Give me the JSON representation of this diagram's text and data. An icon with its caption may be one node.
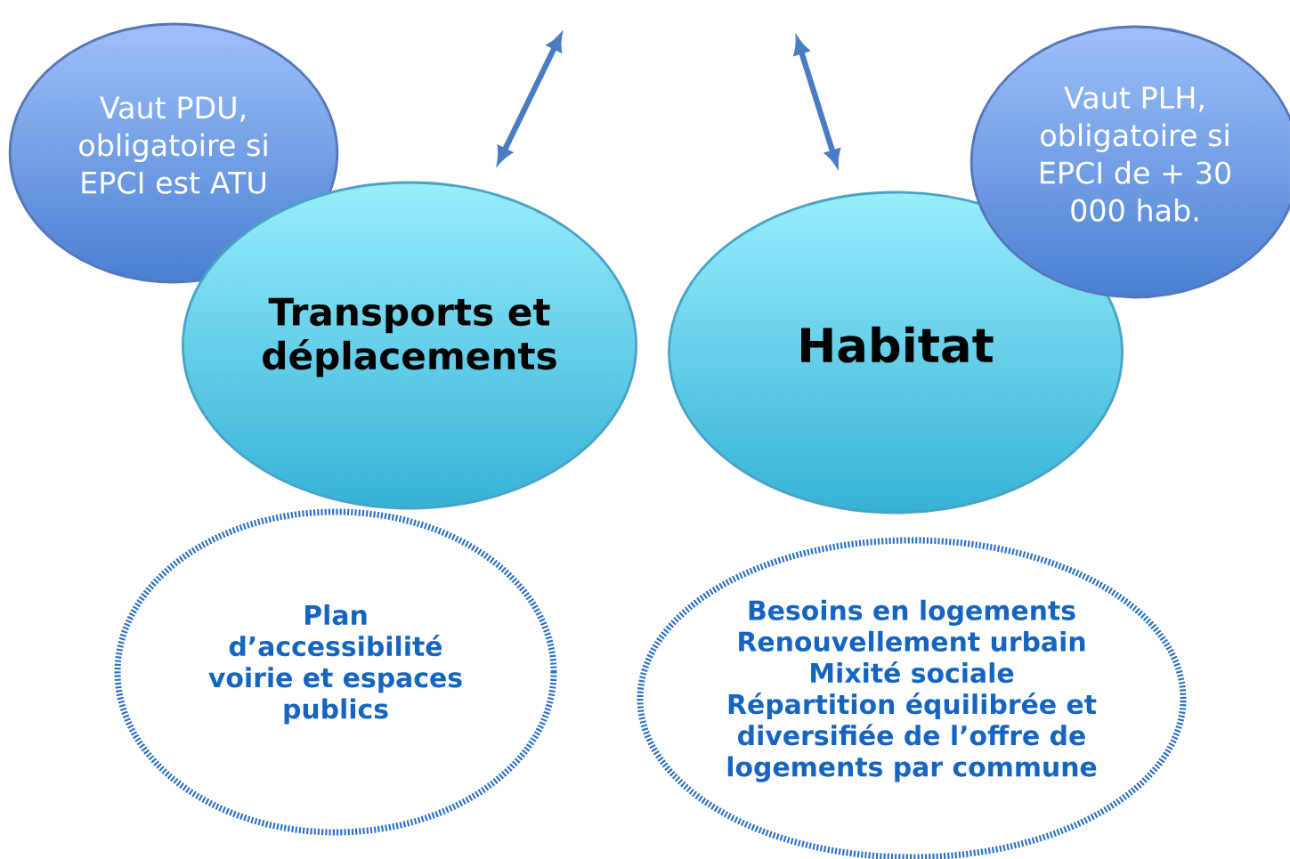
{
  "diagram": {
    "nodes": [
      {
        "text": [
          "Vaut PDU, obligatoire si EPCI est ATU"
        ]
      },
      {
        "text": [
          "Transports et déplacements"
        ]
      },
      {
        "text": [
          "Habitat"
        ]
      },
      {
        "text": [
          "Vaut PLH, obligatoire si EPCI de + 30 000 hab."
        ]
      },
      {
        "text": [
          "Plan d’accessibilité voirie et espaces publics"
        ]
      },
      {
        "text": [
          "Besoins en logements",
          "Renouvellement urbain",
          "Mixité sociale",
          "Répartition équilibrée et diversifiée de l’offre de logements par commune"
        ]
      }
    ],
    "edges": [
      {
        "from": null,
        "to": 1,
        "arrow": "both"
      },
      {
        "from": null,
        "to": 2,
        "arrow": "both"
      }
    ]
  }
}
